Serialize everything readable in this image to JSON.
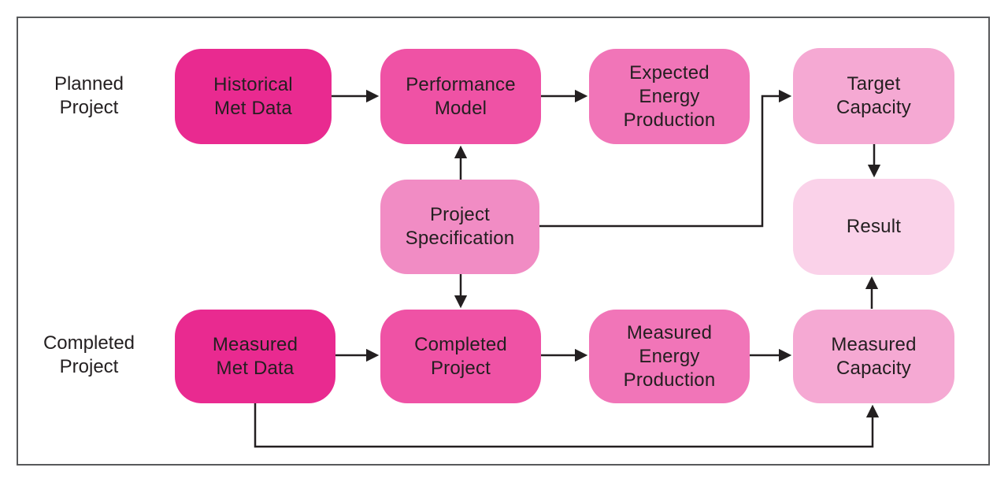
{
  "diagram": {
    "row_labels": {
      "planned": "Planned\nProject",
      "completed": "Completed\nProject"
    },
    "nodes": {
      "historical_met_data": {
        "label": "Historical\nMet Data",
        "color": "#e92a90"
      },
      "performance_model": {
        "label": "Performance\nModel",
        "color": "#ef52a5"
      },
      "expected_energy_production": {
        "label": "Expected\nEnergy\nProduction",
        "color": "#f175b8"
      },
      "target_capacity": {
        "label": "Target\nCapacity",
        "color": "#f5a9d3"
      },
      "project_specification": {
        "label": "Project\nSpecification",
        "color": "#f18cc4"
      },
      "result": {
        "label": "Result",
        "color": "#fad2e9"
      },
      "measured_met_data": {
        "label": "Measured\nMet Data",
        "color": "#e92a90"
      },
      "completed_project": {
        "label": "Completed\nProject",
        "color": "#ef52a5"
      },
      "measured_energy_production": {
        "label": "Measured\nEnergy\nProduction",
        "color": "#f175b8"
      },
      "measured_capacity": {
        "label": "Measured\nCapacity",
        "color": "#f5a9d3"
      }
    },
    "colors": {
      "frame_border": "#58595b",
      "arrow": "#231f20",
      "text": "#231f20",
      "background": "#ffffff"
    }
  }
}
